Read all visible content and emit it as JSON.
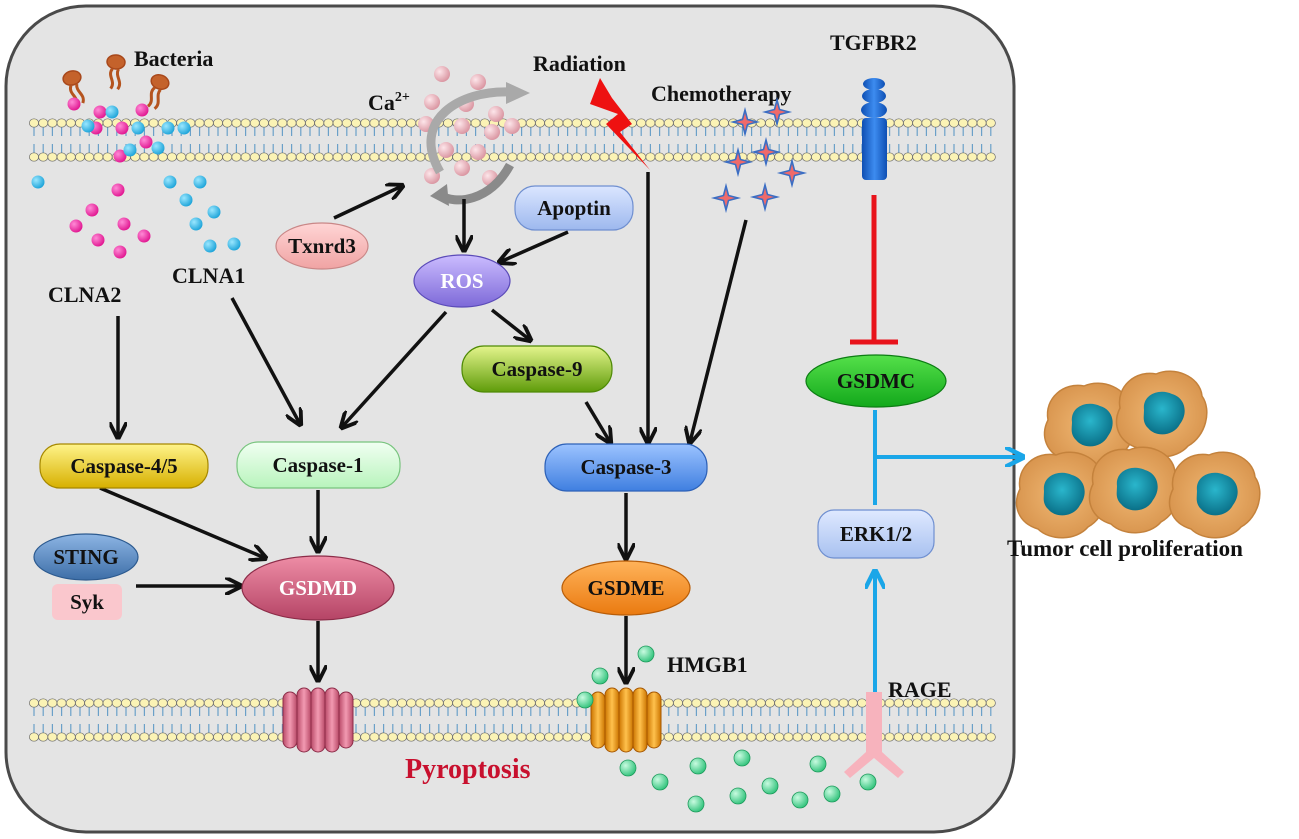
{
  "labels": {
    "bacteria": "Bacteria",
    "calcium": "Ca",
    "calcium_charge": "2+",
    "radiation": "Radiation",
    "chemotherapy": "Chemotherapy",
    "tgfbr2": "TGFBR2",
    "clna2": "CLNA2",
    "clna1": "CLNA1",
    "hmgb1": "HMGB1",
    "rage": "RAGE",
    "pyroptosis": "Pyroptosis",
    "tumor": "Tumor cell proliferation"
  },
  "nodes": {
    "txnrd3": "Txnrd3",
    "apoptin": "Apoptin",
    "ros": "ROS",
    "caspase9": "Caspase-9",
    "caspase45": "Caspase-4/5",
    "caspase1": "Caspase-1",
    "caspase3": "Caspase-3",
    "gsdmc": "GSDMC",
    "erk": "ERK1/2",
    "sting": "STING",
    "syk": "Syk",
    "gsdmd": "GSDMD",
    "gsdme": "GSDME"
  },
  "colors": {
    "background": "#e4e4e4",
    "arrow": "#111111",
    "inhibit": "#e8131b",
    "blue_arrow": "#1aa6e8",
    "pyroptosis": "#c8102e",
    "bacteria": "#b5541e",
    "magenta_dot": "#ee1fa3",
    "cyan_dot": "#22b5e6",
    "ca_dot": "#e8b3bc",
    "green_dot": "#3ed28a",
    "pore_pink": "#d86f88",
    "pore_orange": "#f39b16",
    "receptor_blue": "#1f6ed6",
    "rage_pink": "#f7b3bd",
    "tumor_outer": "#e2a35e",
    "tumor_nucleus": "#13889d"
  },
  "icons": [
    "bacteria-icon",
    "lightning-icon",
    "star-icon",
    "pore-icon",
    "receptor-icon",
    "tumor-cell-icon"
  ]
}
